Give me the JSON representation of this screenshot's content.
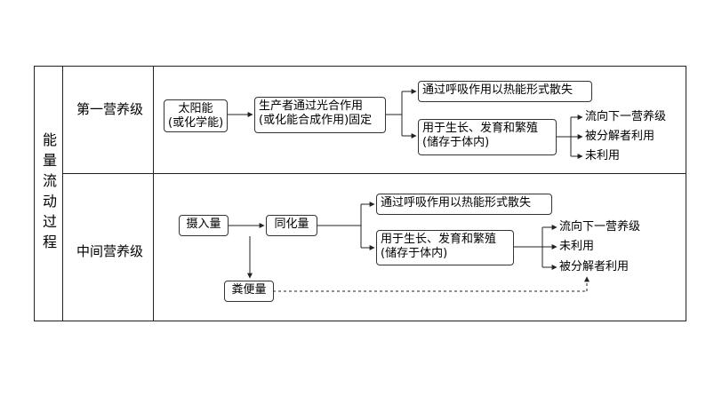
{
  "title": "能量流动过程",
  "rows": {
    "first": {
      "label": "第一营养级",
      "source": {
        "line1": "太阳能",
        "line2": "(或化学能)"
      },
      "producer": {
        "line1": "生产者通过光合作用",
        "line2": "(或化能合成作用)固定"
      },
      "respiration": "通过呼吸作用以热能形式散失",
      "growth": {
        "line1": "用于生长、发育和繁殖",
        "line2": "(储存于体内)"
      },
      "outputs": [
        "流向下一营养级",
        "被分解者利用",
        "未利用"
      ]
    },
    "middle": {
      "label": "中间营养级",
      "intake": "摄入量",
      "assimilation": "同化量",
      "feces": "粪便量",
      "respiration": "通过呼吸作用以热能形式散失",
      "growth": {
        "line1": "用于生长、发育和繁殖",
        "line2": "(储存于体内)"
      },
      "outputs": [
        "流向下一营养级",
        "未利用",
        "被分解者利用"
      ]
    }
  }
}
